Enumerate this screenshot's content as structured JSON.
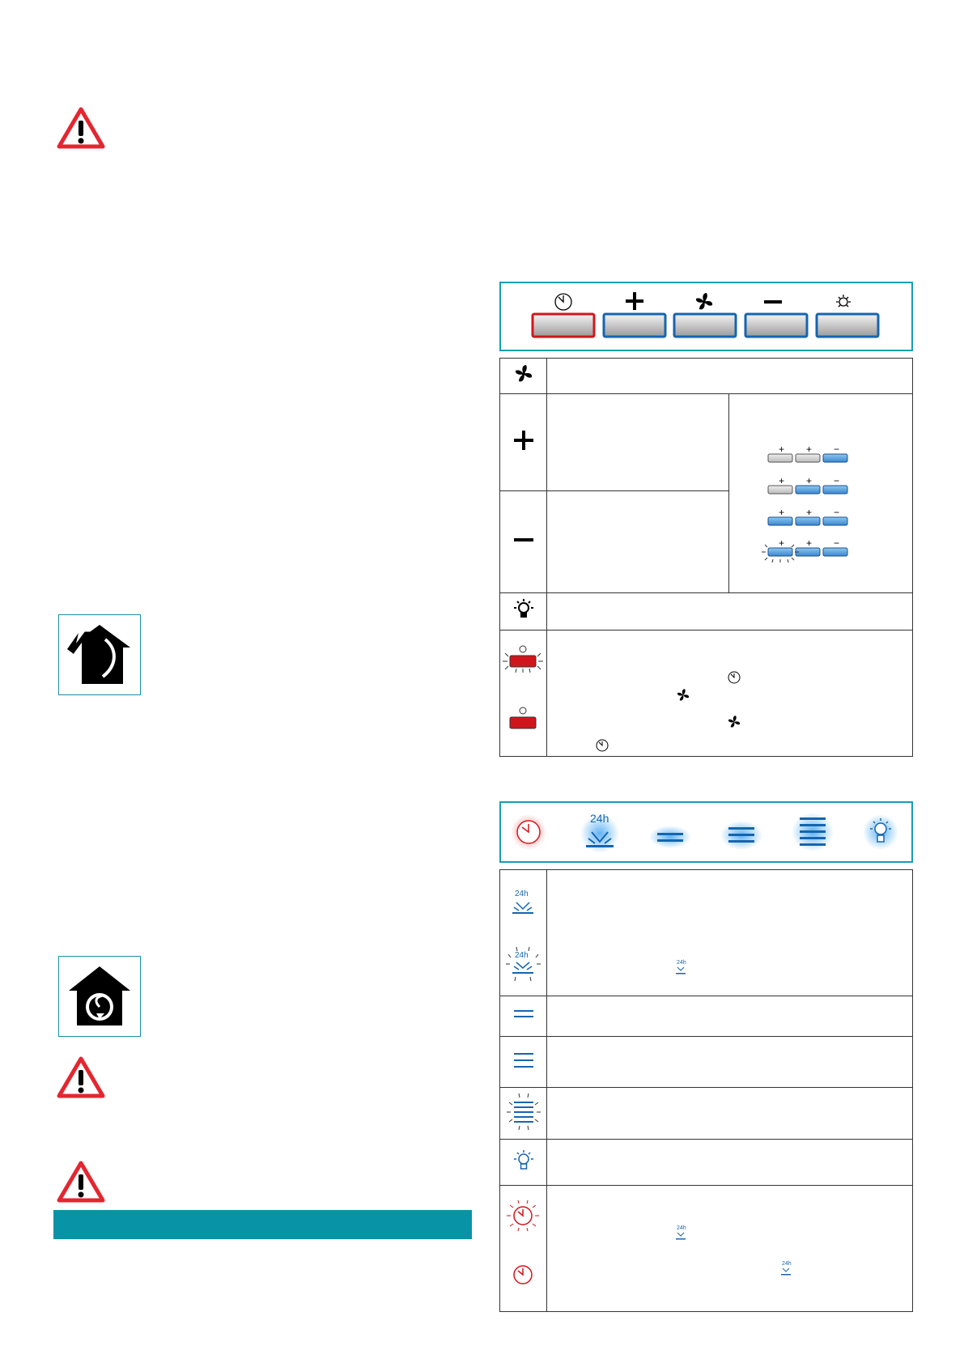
{
  "warnings": [
    {
      "icon": "warning-triangle-icon",
      "color": "#e32630"
    },
    {
      "icon": "warning-triangle-icon",
      "color": "#e32630"
    },
    {
      "icon": "warning-triangle-icon",
      "color": "#e32630"
    }
  ],
  "house_icons": [
    {
      "icon": "extraction-mode-house-icon"
    },
    {
      "icon": "recirculation-mode-house-icon"
    }
  ],
  "section_bar": {
    "color": "#0893a6"
  },
  "control_panel_1": {
    "buttons": [
      {
        "symbol": "timer-icon",
        "border": "#d0161c"
      },
      {
        "symbol": "plus-icon",
        "border": "#1565b0"
      },
      {
        "symbol": "fan-icon",
        "border": "#1565b0"
      },
      {
        "symbol": "minus-icon",
        "border": "#1565b0"
      },
      {
        "symbol": "light-icon",
        "border": "#1565b0"
      }
    ]
  },
  "table_1": {
    "rows": [
      "fan-icon",
      "plus-icon",
      "minus-icon",
      "light-icon",
      "timer-button-blinking-icon",
      "timer-button-steady-icon"
    ],
    "speed_diagram": {
      "labels": [
        "+",
        "+",
        "−"
      ],
      "levels": 4
    }
  },
  "control_panel_2": {
    "indicators": [
      "timer-led-icon",
      "24h-led-icon",
      "speed-1-led-icon",
      "speed-2-led-icon",
      "speed-3-led-icon",
      "light-led-icon"
    ],
    "label_24h": "24h"
  },
  "table_2": {
    "rows": [
      "24h-steady-icon",
      "24h-blinking-icon",
      "speed-1-icon",
      "speed-2-icon",
      "speed-3-blinking-icon",
      "light-led-icon",
      "timer-blinking-icon",
      "timer-steady-icon"
    ],
    "label_24h": "24h"
  },
  "colors": {
    "blue": "#1565b0",
    "red": "#d0161c",
    "teal": "#1a9cb2",
    "glow_blue": "#3aa0f0",
    "glow_red": "#ff5a5a"
  }
}
